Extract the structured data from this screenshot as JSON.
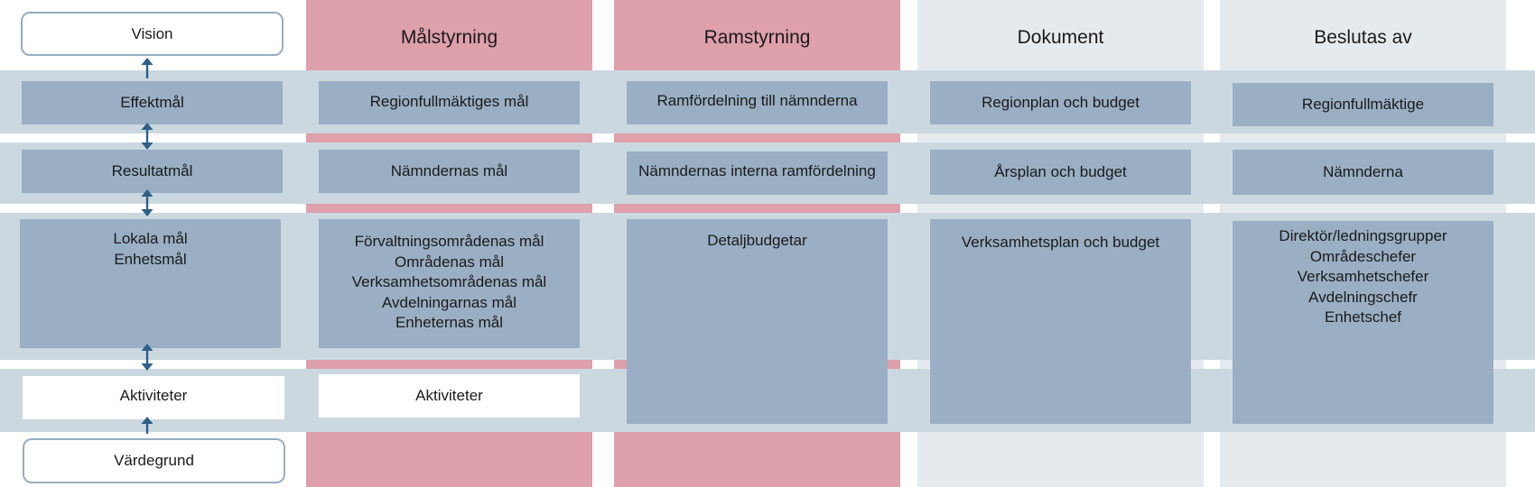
{
  "colors": {
    "pink_column": "#dea0ab",
    "grey_column": "#e5eaee",
    "band": "#cbd8e0",
    "box": "#9aafc4",
    "border": "#98adc0",
    "arrow": "#2e5f88"
  },
  "left": {
    "vision": "Vision",
    "effektmal": "Effektmål",
    "resultatmal": "Resultatmål",
    "lokala": [
      "Lokala mål",
      "Enhetsmål"
    ],
    "aktiviteter": "Aktiviteter",
    "vardegrund": "Värdegrund"
  },
  "columns": [
    {
      "header": "Målstyrning",
      "row1": "Regionfullmäktiges mål",
      "row2": "Nämndernas mål",
      "row3": [
        "Förvaltningsområdenas mål",
        "Områdenas mål",
        "Verksamhetsområdenas mål",
        "Avdelningarnas mål",
        "Enheternas mål"
      ],
      "row4": "Aktiviteter"
    },
    {
      "header": "Ramstyrning",
      "row1": "Ramfördelning till nämnderna",
      "row2": "Nämndernas interna ramfördelning",
      "row3": [
        "Detaljbudgetar"
      ]
    },
    {
      "header": "Dokument",
      "row1": "Regionplan och budget",
      "row2": "Årsplan och budget",
      "row3": [
        "Verksamhetsplan och budget"
      ]
    },
    {
      "header": "Beslutas av",
      "row1": "Regionfullmäktige",
      "row2": "Nämnderna",
      "row3": [
        "Direktör/ledningsgrupper",
        "Områdeschefer",
        "Verksamhetschefer",
        "Avdelningschefr",
        "Enhetschef"
      ]
    }
  ]
}
